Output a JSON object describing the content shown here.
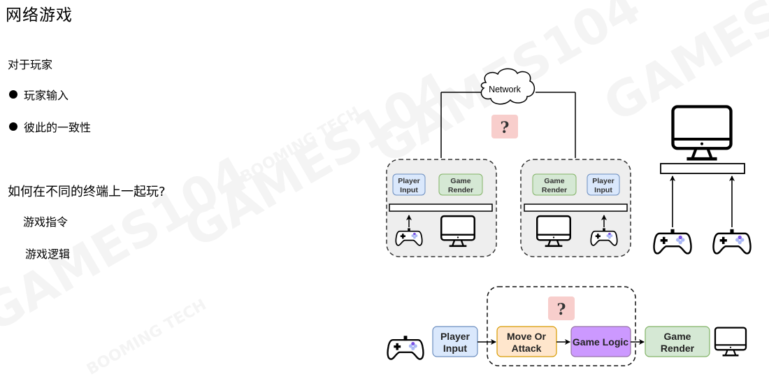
{
  "slide": {
    "title": "网络游戏",
    "section1_heading": "对于玩家",
    "bullets": [
      "玩家输入",
      "彼此的一致性"
    ],
    "section2_heading": "如何在不同的终端上一起玩?",
    "sub_items": [
      "游戏指令",
      "游戏逻辑"
    ]
  },
  "watermarks": [
    "GAMES104",
    "BOOMING TECH"
  ],
  "diagram_top": {
    "network_label": "Network",
    "question_mark": "?",
    "left_terminal": {
      "boxes": [
        {
          "label_line1": "Player",
          "label_line2": "Input",
          "kind": "input"
        },
        {
          "label_line1": "Game",
          "label_line2": "Render",
          "kind": "render"
        }
      ]
    },
    "right_terminal": {
      "boxes": [
        {
          "label_line1": "Game",
          "label_line2": "Render",
          "kind": "render"
        },
        {
          "label_line1": "Player",
          "label_line2": "Input",
          "kind": "input"
        }
      ]
    }
  },
  "diagram_bottom": {
    "question_mark": "?",
    "steps": [
      {
        "line1": "Player",
        "line2": "Input"
      },
      {
        "line1": "Move Or",
        "line2": "Attack"
      },
      {
        "line1": "Game Logic",
        "line2": ""
      },
      {
        "line1": "Game",
        "line2": "Render"
      }
    ]
  },
  "colors": {
    "input_fill": "#dae8fc",
    "input_stroke": "#6c8ebf",
    "render_fill": "#d5e8d4",
    "render_stroke": "#82b366",
    "move_fill": "#ffe6cc",
    "move_stroke": "#d79b00",
    "logic_fill": "#cc99ff",
    "logic_stroke": "#9673a6",
    "question_fill": "#f8cecc",
    "terminal_fill": "#eeeeee"
  }
}
